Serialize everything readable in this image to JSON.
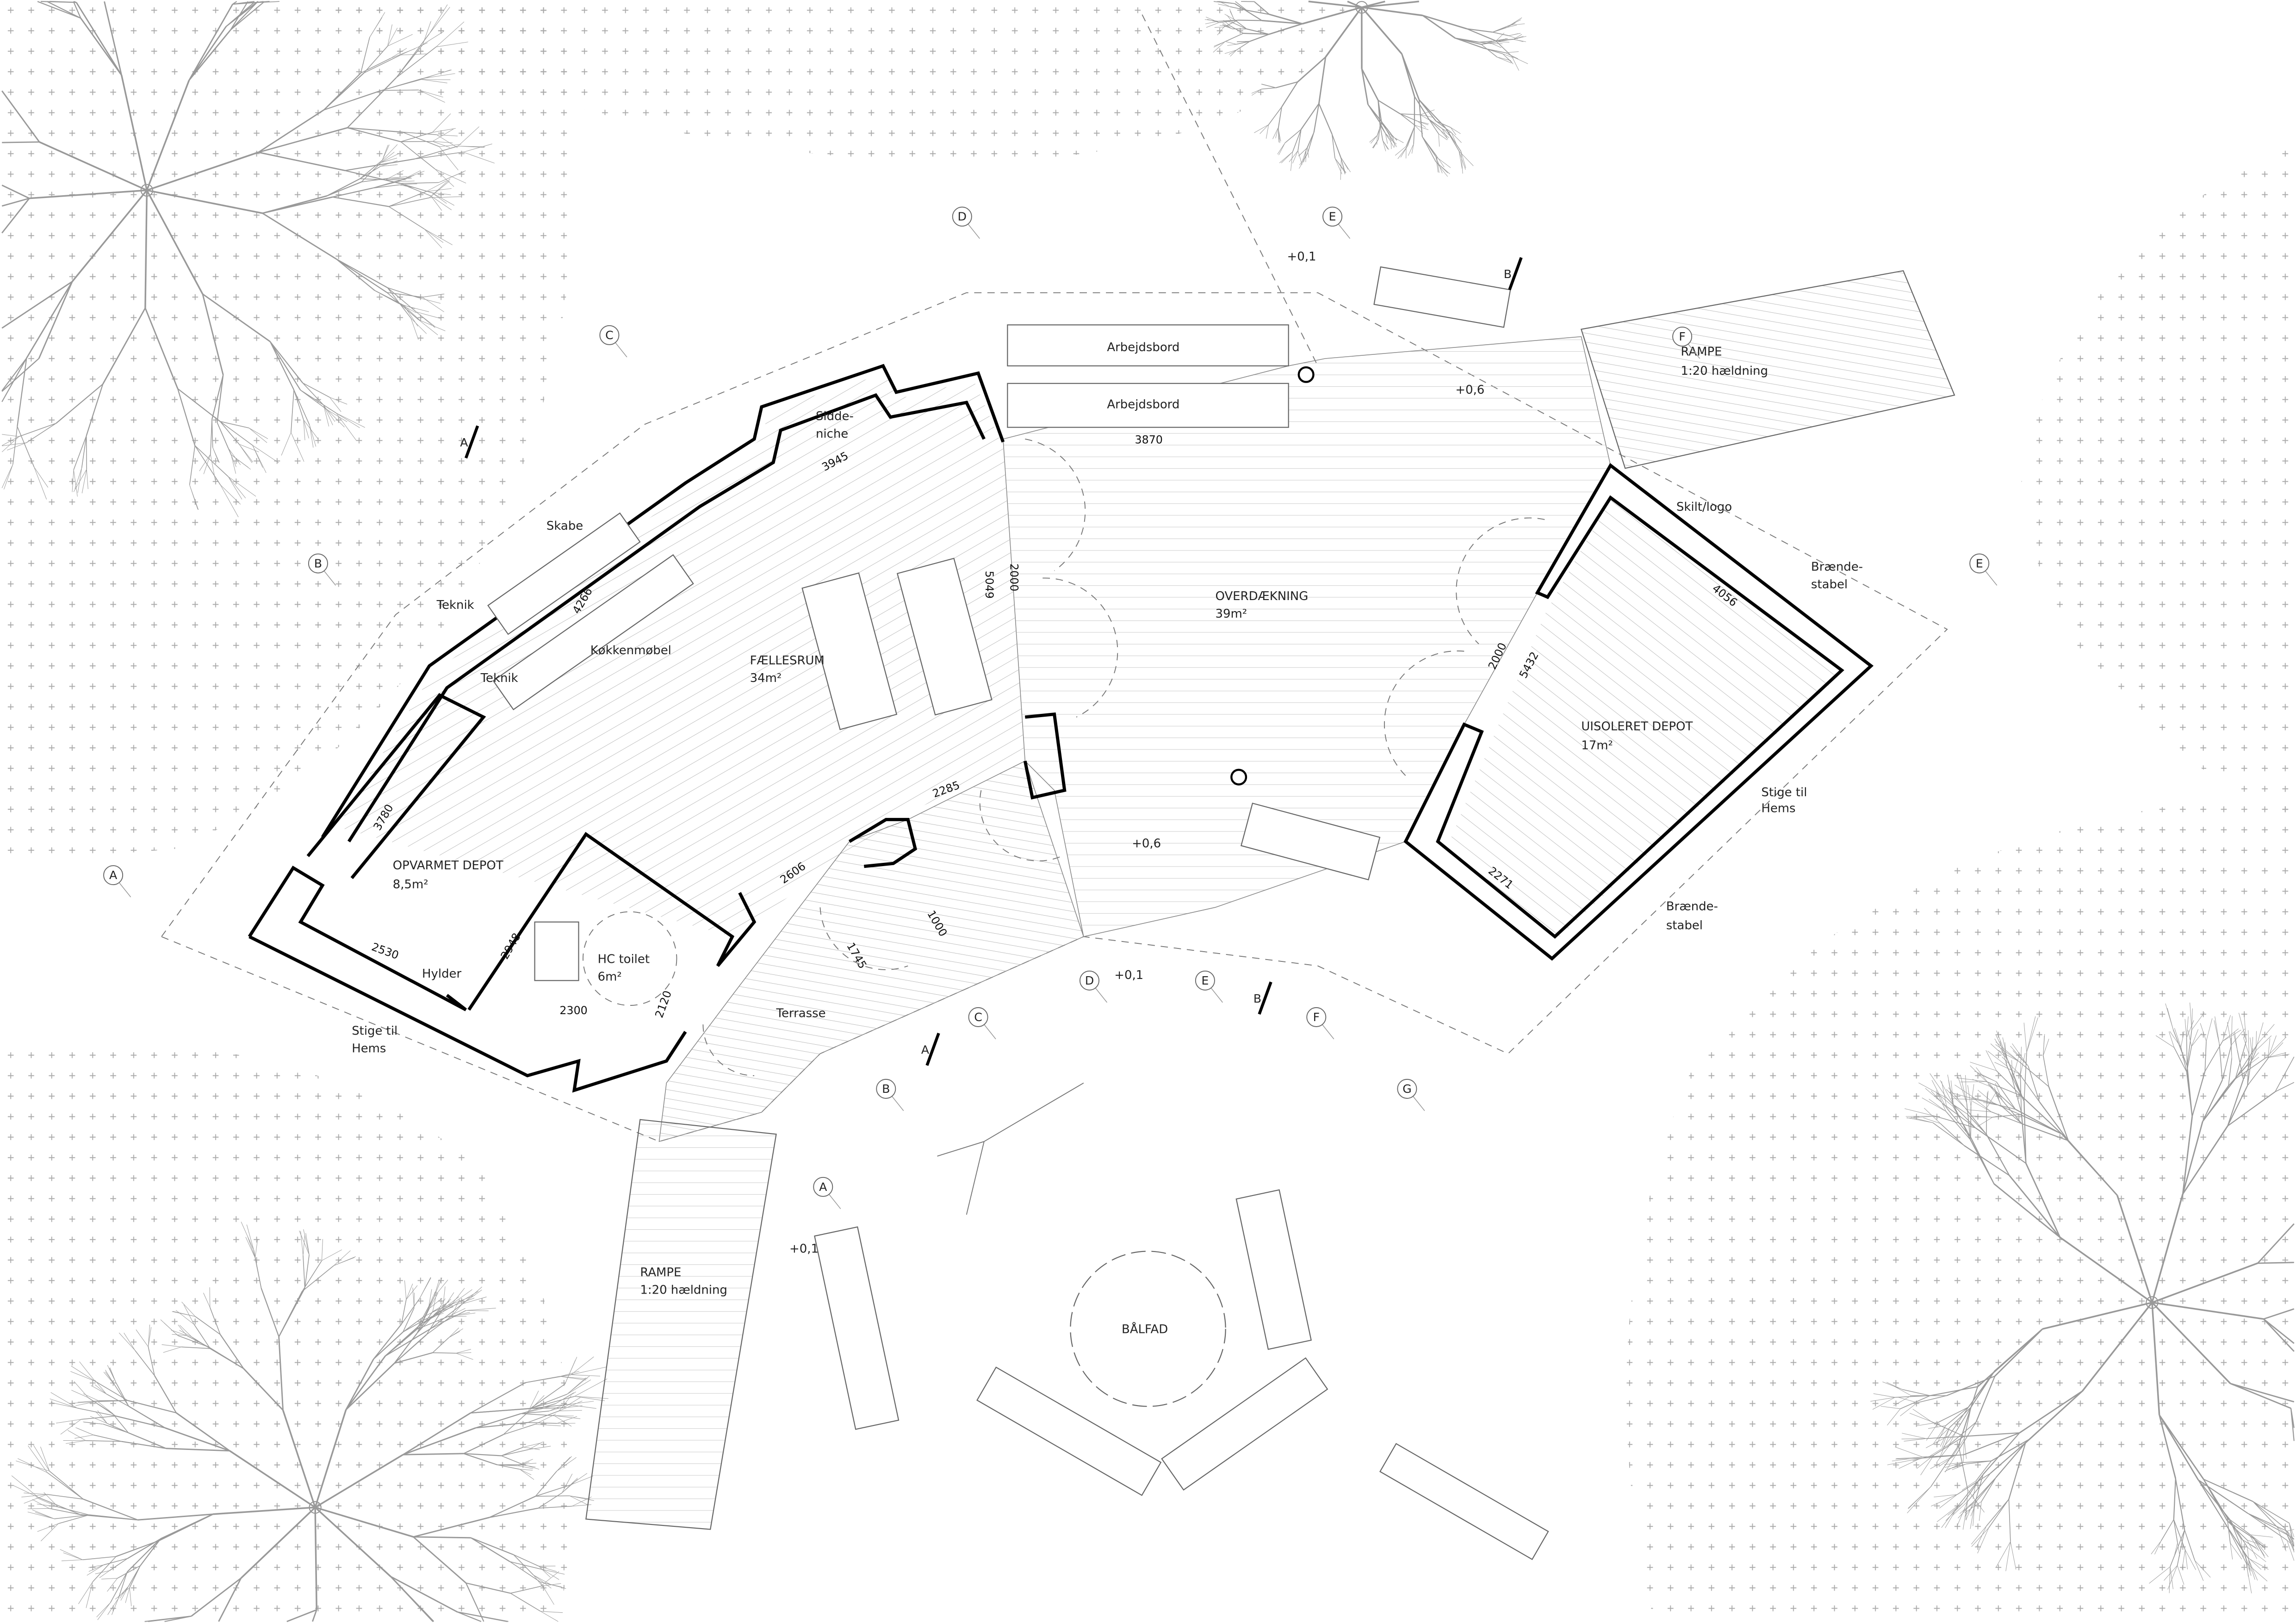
{
  "title": "Plan - Fællesrum, Overdækning, Depoter og Bålplads",
  "rooms": {
    "faellesrum": {
      "name": "FÆLLESRUM",
      "area": "34m²"
    },
    "overdaekning": {
      "name": "OVERDÆKNING",
      "area": "39m²"
    },
    "uisoleret": {
      "name": "UISOLERET DEPOT",
      "area": "17m²"
    },
    "opvarmet": {
      "name": "OPVARMET DEPOT",
      "area": "8,5m²"
    },
    "hc_toilet": {
      "name": "HC toilet",
      "area": "6m²"
    }
  },
  "labels": {
    "arbejdsbord_1": "Arbejdsbord",
    "arbejdsbord_2": "Arbejdsbord",
    "siddeniche_1": "Sidde-",
    "siddeniche_2": "niche",
    "skabe": "Skabe",
    "teknik_1": "Teknik",
    "teknik_2": "Teknik",
    "koekkenmoebel": "Køkkenmøbel",
    "hylder": "Hylder",
    "stige_left_1": "Stige til",
    "stige_left_2": "Hems",
    "terrasse": "Terrasse",
    "rampe_left_1": "RAMPE",
    "rampe_left_2": "1:20 hældning",
    "rampe_right_1": "RAMPE",
    "rampe_right_2": "1:20 hældning",
    "skilt": "Skilt/logo",
    "braende_top_1": "Brænde-",
    "braende_top_2": "stabel",
    "stige_right_1": "Stige til",
    "stige_right_2": "Hems",
    "braende_bot_1": "Brænde-",
    "braende_bot_2": "stabel",
    "baalfad": "BÅLFAD"
  },
  "levels": [
    "+0,1",
    "+0,6",
    "+0,6",
    "+0,1",
    "+0,1"
  ],
  "dimensions": {
    "d3945": "3945",
    "d3870": "3870",
    "d5049": "5049",
    "d2000a": "2000",
    "d4266": "4266",
    "d2285": "2285",
    "d2606": "2606",
    "d3780": "3780",
    "d2948": "2948",
    "d2530": "2530",
    "d2300": "2300",
    "d2120": "2120",
    "d1745": "1745",
    "d1000": "1000",
    "d4056": "4056",
    "d5432": "5432",
    "d2000b": "2000",
    "d2271": "2271"
  },
  "grid_markers": [
    "D",
    "E",
    "C",
    "B",
    "A",
    "E",
    "D",
    "E",
    "C",
    "F",
    "B",
    "G",
    "A",
    "F"
  ],
  "section_markers": [
    "A",
    "B",
    "B",
    "A"
  ],
  "colors": {
    "wall": "#000000",
    "line": "#777777",
    "texture": "#9a9a9a"
  }
}
